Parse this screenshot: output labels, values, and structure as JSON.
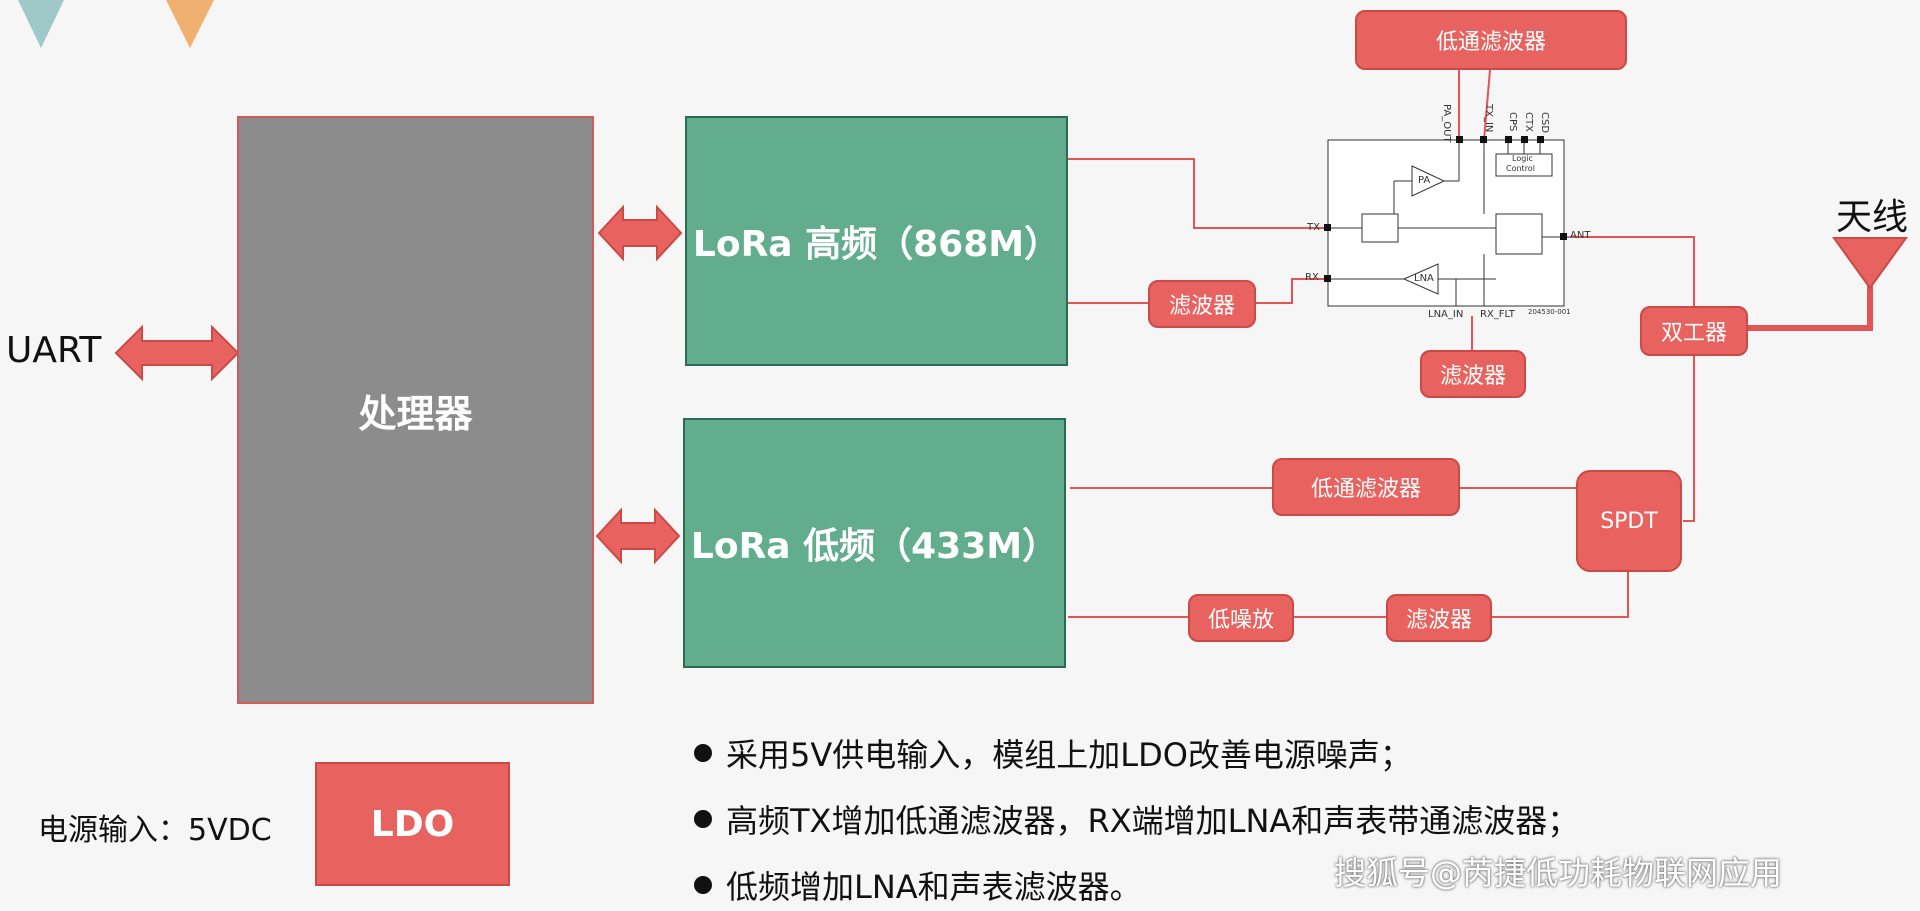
{
  "labels": {
    "uart": "UART",
    "processor": "处理器",
    "lora_high": "LoRa 高频（868M）",
    "lora_low": "LoRa 低频（433M）",
    "lpf_top": "低通滤波器",
    "filter_mid": "滤波器",
    "filter_rx": "滤波器",
    "duplexer": "双工器",
    "antenna": "天线",
    "lpf_low": "低通滤波器",
    "spdt": "SPDT",
    "lna_low": "低噪放",
    "filter_low": "滤波器",
    "power_input": "电源输入：5VDC",
    "ldo": "LDO"
  },
  "chip": {
    "pins_top": [
      "PA_OUT",
      "TX_IN",
      "CPS",
      "CTX",
      "CSD"
    ],
    "pin_tx": "TX",
    "pin_rx": "RX",
    "pin_ant": "ANT",
    "pa": "PA",
    "lna": "LNA",
    "logic_line1": "Logic",
    "logic_line2": "Control",
    "pin_lna_in": "LNA_IN",
    "pin_rx_flt": "RX_FLT",
    "part_no": "204530-001"
  },
  "bullets": [
    "采用5V供电输入，模组上加LDO改善电源噪声；",
    "高频TX增加低通滤波器，RX端增加LNA和声表带通滤波器；",
    "低频增加LNA和声表滤波器。"
  ],
  "watermark": "搜狐号@芮捷低功耗物联网应用",
  "colors": {
    "processor": "#8c8c8c",
    "lora": "#63ad8f",
    "accent_red": "#e8635f",
    "wire": "#e05555",
    "corner_teal": "#9fc8c8",
    "corner_orange": "#f0b070"
  }
}
